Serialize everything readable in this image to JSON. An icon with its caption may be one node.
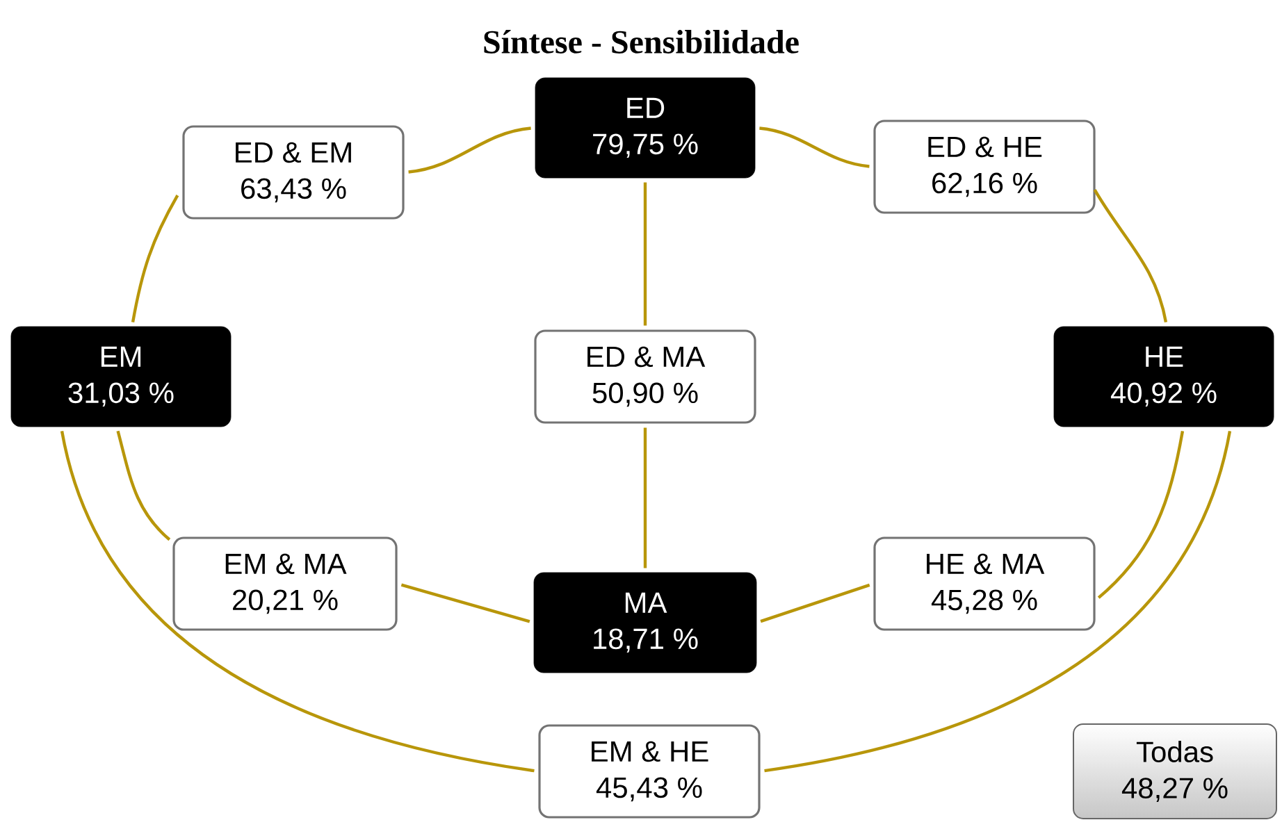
{
  "diagram": {
    "title": "Síntese - Sensibilidade",
    "nodes": [
      {
        "text": [
          "ED",
          "79,75 %"
        ]
      },
      {
        "text": [
          "ED & EM",
          "63,43 %"
        ]
      },
      {
        "text": [
          "ED & HE",
          "62,16 %"
        ]
      },
      {
        "text": [
          "EM",
          "31,03 %"
        ]
      },
      {
        "text": [
          "ED & MA",
          "50,90 %"
        ]
      },
      {
        "text": [
          "HE",
          "40,92 %"
        ]
      },
      {
        "text": [
          "EM & MA",
          "20,21 %"
        ]
      },
      {
        "text": [
          "MA",
          "18,71 %"
        ]
      },
      {
        "text": [
          "HE & MA",
          "45,28 %"
        ]
      },
      {
        "text": [
          "EM & HE",
          "45,43 %"
        ]
      },
      {
        "text": [
          "Todas",
          "48,27 %"
        ]
      }
    ],
    "edges": [
      {
        "from": 1,
        "to": 0,
        "arrow": "none"
      },
      {
        "from": 0,
        "to": 2,
        "arrow": "none"
      },
      {
        "from": 1,
        "to": 3,
        "arrow": "none"
      },
      {
        "from": 2,
        "to": 5,
        "arrow": "none"
      },
      {
        "from": 0,
        "to": 4,
        "arrow": "none"
      },
      {
        "from": 4,
        "to": 7,
        "arrow": "none"
      },
      {
        "from": 3,
        "to": 6,
        "arrow": "none"
      },
      {
        "from": 6,
        "to": 7,
        "arrow": "none"
      },
      {
        "from": 7,
        "to": 8,
        "arrow": "none"
      },
      {
        "from": 8,
        "to": 5,
        "arrow": "none"
      },
      {
        "from": 3,
        "to": 9,
        "arrow": "none"
      },
      {
        "from": 5,
        "to": 9,
        "arrow": "none"
      }
    ]
  }
}
